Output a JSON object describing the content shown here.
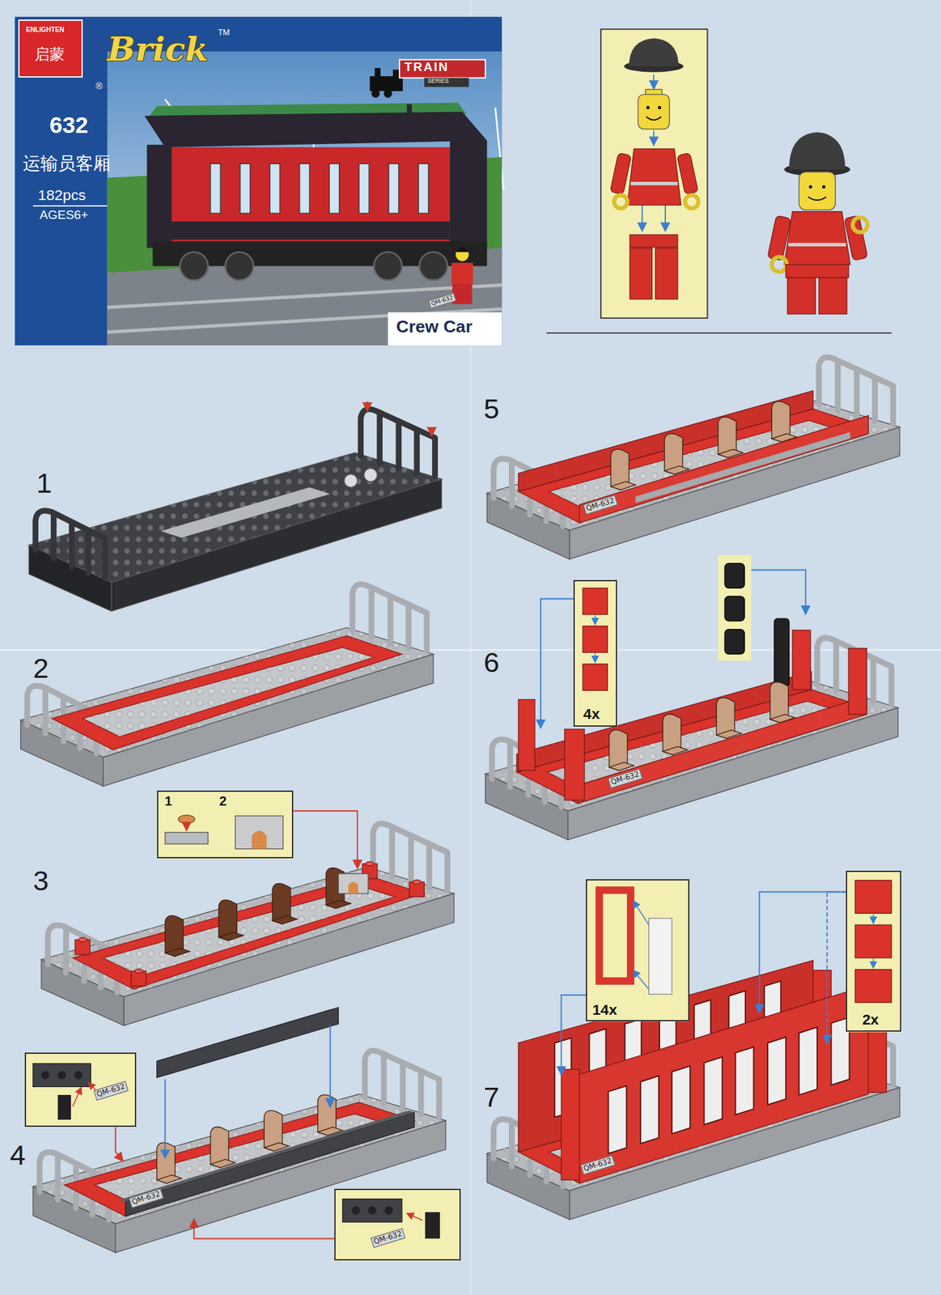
{
  "diagram": {
    "nodes": [
      {
        "text": [
          "Brick",
          "TM",
          "®",
          "632",
          "运输员客厢",
          "182pcs",
          "AGES6+",
          "TRAIN",
          "SERIES",
          "Crew Car"
        ]
      },
      {
        "text": [
          "ENLIGHTEN",
          "启蒙"
        ],
        "in": 0
      },
      {
        "text": [
          "1",
          "2"
        ]
      },
      {
        "text": [
          "QM-632"
        ]
      },
      {
        "text": [
          "QM-632"
        ]
      },
      {
        "text": [
          "4x"
        ]
      },
      {
        "text": [
          "14x"
        ]
      },
      {
        "text": [
          "2x"
        ]
      }
    ],
    "labels": [
      "1",
      "2",
      "3",
      "4",
      "5",
      "6",
      "7",
      "QM-632",
      "QM-632",
      "QM-632",
      "QM-632",
      "QM-632"
    ]
  }
}
